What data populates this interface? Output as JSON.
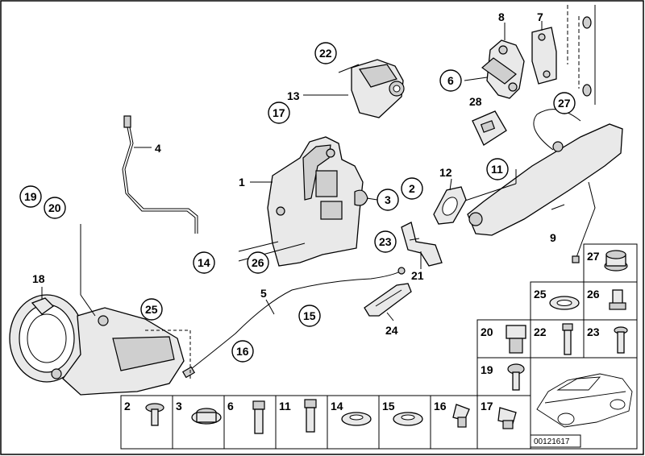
{
  "callouts": {
    "c1": "1",
    "c2": "2",
    "c3": "3",
    "c4": "4",
    "c5": "5",
    "c6": "6",
    "c7": "7",
    "c8": "8",
    "c9": "9",
    "c11": "11",
    "c12": "12",
    "c13": "13",
    "c14": "14",
    "c15": "15",
    "c16": "16",
    "c17": "17",
    "c18": "18",
    "c19": "19",
    "c20": "20",
    "c21": "21",
    "c22": "22",
    "c23": "23",
    "c24": "24",
    "c25": "25",
    "c26": "26",
    "c27": "27",
    "c28": "28"
  },
  "grid": {
    "r1a": "27",
    "r2a": "25",
    "r2b": "26",
    "r3a": "20",
    "r3b": "22",
    "r3c": "23",
    "r4a": "19",
    "b1": "2",
    "b2": "3",
    "b3": "6",
    "b4": "11",
    "b5": "14",
    "b6": "15",
    "b7": "16",
    "b8": "17"
  },
  "reference": "00121617"
}
